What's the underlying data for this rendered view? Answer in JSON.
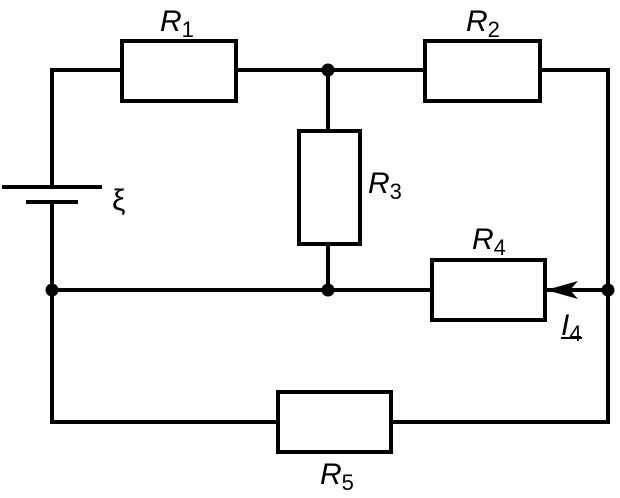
{
  "circuit": {
    "emf": {
      "symbol": "ξ"
    },
    "resistors": [
      {
        "id": "R1",
        "letter": "R",
        "index": "1"
      },
      {
        "id": "R2",
        "letter": "R",
        "index": "2"
      },
      {
        "id": "R3",
        "letter": "R",
        "index": "3"
      },
      {
        "id": "R4",
        "letter": "R",
        "index": "4"
      },
      {
        "id": "R5",
        "letter": "R",
        "index": "5"
      }
    ],
    "current": {
      "letter": "I",
      "index": "4"
    }
  }
}
